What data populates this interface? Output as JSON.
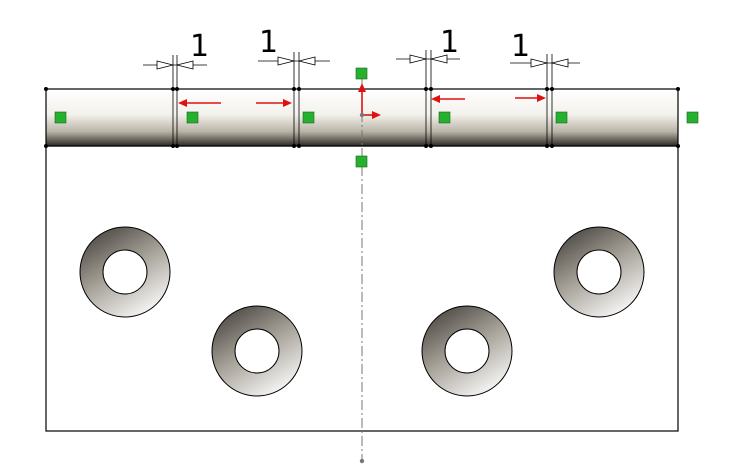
{
  "drawing": {
    "dimensions": [
      {
        "label": "1"
      },
      {
        "label": "1"
      },
      {
        "label": "1"
      },
      {
        "label": "1"
      }
    ],
    "hole_count": 4,
    "colors": {
      "relation": "#27b030",
      "arrow": "#e01010",
      "outline": "#000000",
      "centerline": "#777777"
    }
  }
}
